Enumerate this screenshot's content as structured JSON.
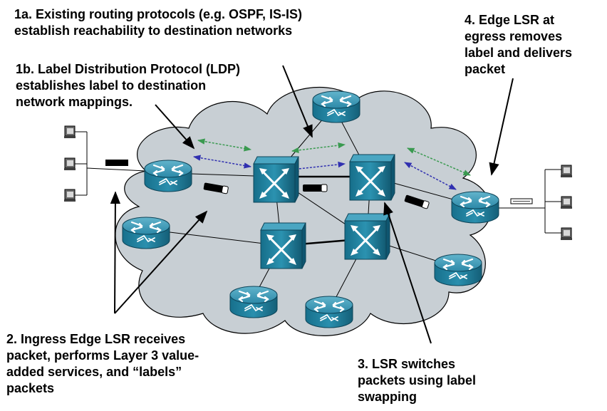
{
  "captions": {
    "step_1a": [
      "1a.  Existing routing protocols (e.g. OSPF, IS-IS)",
      "establish reachability to destination networks"
    ],
    "step_1b": [
      "1b. Label Distribution Protocol (LDP)",
      "establishes label to destination",
      "network mappings."
    ],
    "step_2": [
      "2. Ingress Edge LSR receives",
      "packet, performs Layer 3 value-",
      "added services, and “labels”",
      "packets"
    ],
    "step_3": [
      "3. LSR switches",
      "packets using label",
      "swapping"
    ],
    "step_4": [
      "4. Edge LSR at",
      "egress removes",
      "label and delivers",
      "packet"
    ]
  },
  "colors": {
    "cloud_fill": "#c8cfd4",
    "router_body": "#1e7f9c",
    "router_top": "#3d9ab6",
    "arrow_green": "#3a9a50",
    "arrow_blue": "#3030b0",
    "label_packet": "#000000"
  },
  "icons": {
    "router": "router-icon",
    "lsr_switch": "atm-switch-icon",
    "host": "host-terminal-icon",
    "packet": "labeled-packet-icon",
    "unlabeled_packet": "unlabeled-packet-icon"
  }
}
